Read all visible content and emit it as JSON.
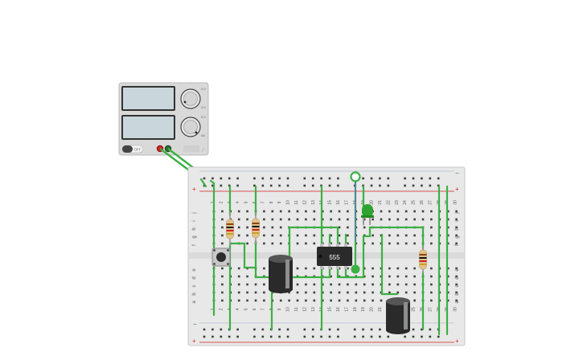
{
  "power_supply": {
    "button_label": "OFF",
    "voltage_knob_labels": [
      "0.0",
      "3.5"
    ],
    "current_knob_labels": [
      "0.0",
      "5A"
    ],
    "terminal_colors": {
      "positive": "#d42020",
      "negative": "#2f6b2f"
    }
  },
  "breadboard": {
    "column_numbers": [
      "1",
      "2",
      "3",
      "4",
      "5",
      "6",
      "7",
      "8",
      "9",
      "10",
      "11",
      "12",
      "13",
      "14",
      "15",
      "16",
      "17",
      "18",
      "19",
      "20",
      "21",
      "22",
      "23",
      "24",
      "25",
      "26",
      "27",
      "28",
      "29",
      "30"
    ],
    "row_letters_upper": [
      "f",
      "g",
      "h",
      "i",
      "j"
    ],
    "row_letters_lower": [
      "a",
      "b",
      "c",
      "d",
      "e"
    ],
    "rail_plus": "+",
    "rail_minus": "−"
  },
  "chip": {
    "label": "555"
  },
  "colors": {
    "wire": "#3cb043",
    "breadboard": "#e8e8e8",
    "led": "#2fa32f",
    "capacitor": "#2a2a2a",
    "rail_red": "#d42020"
  },
  "icons": {
    "button": "pushbutton-icon",
    "led": "led-icon",
    "probe": "probe-icon"
  }
}
